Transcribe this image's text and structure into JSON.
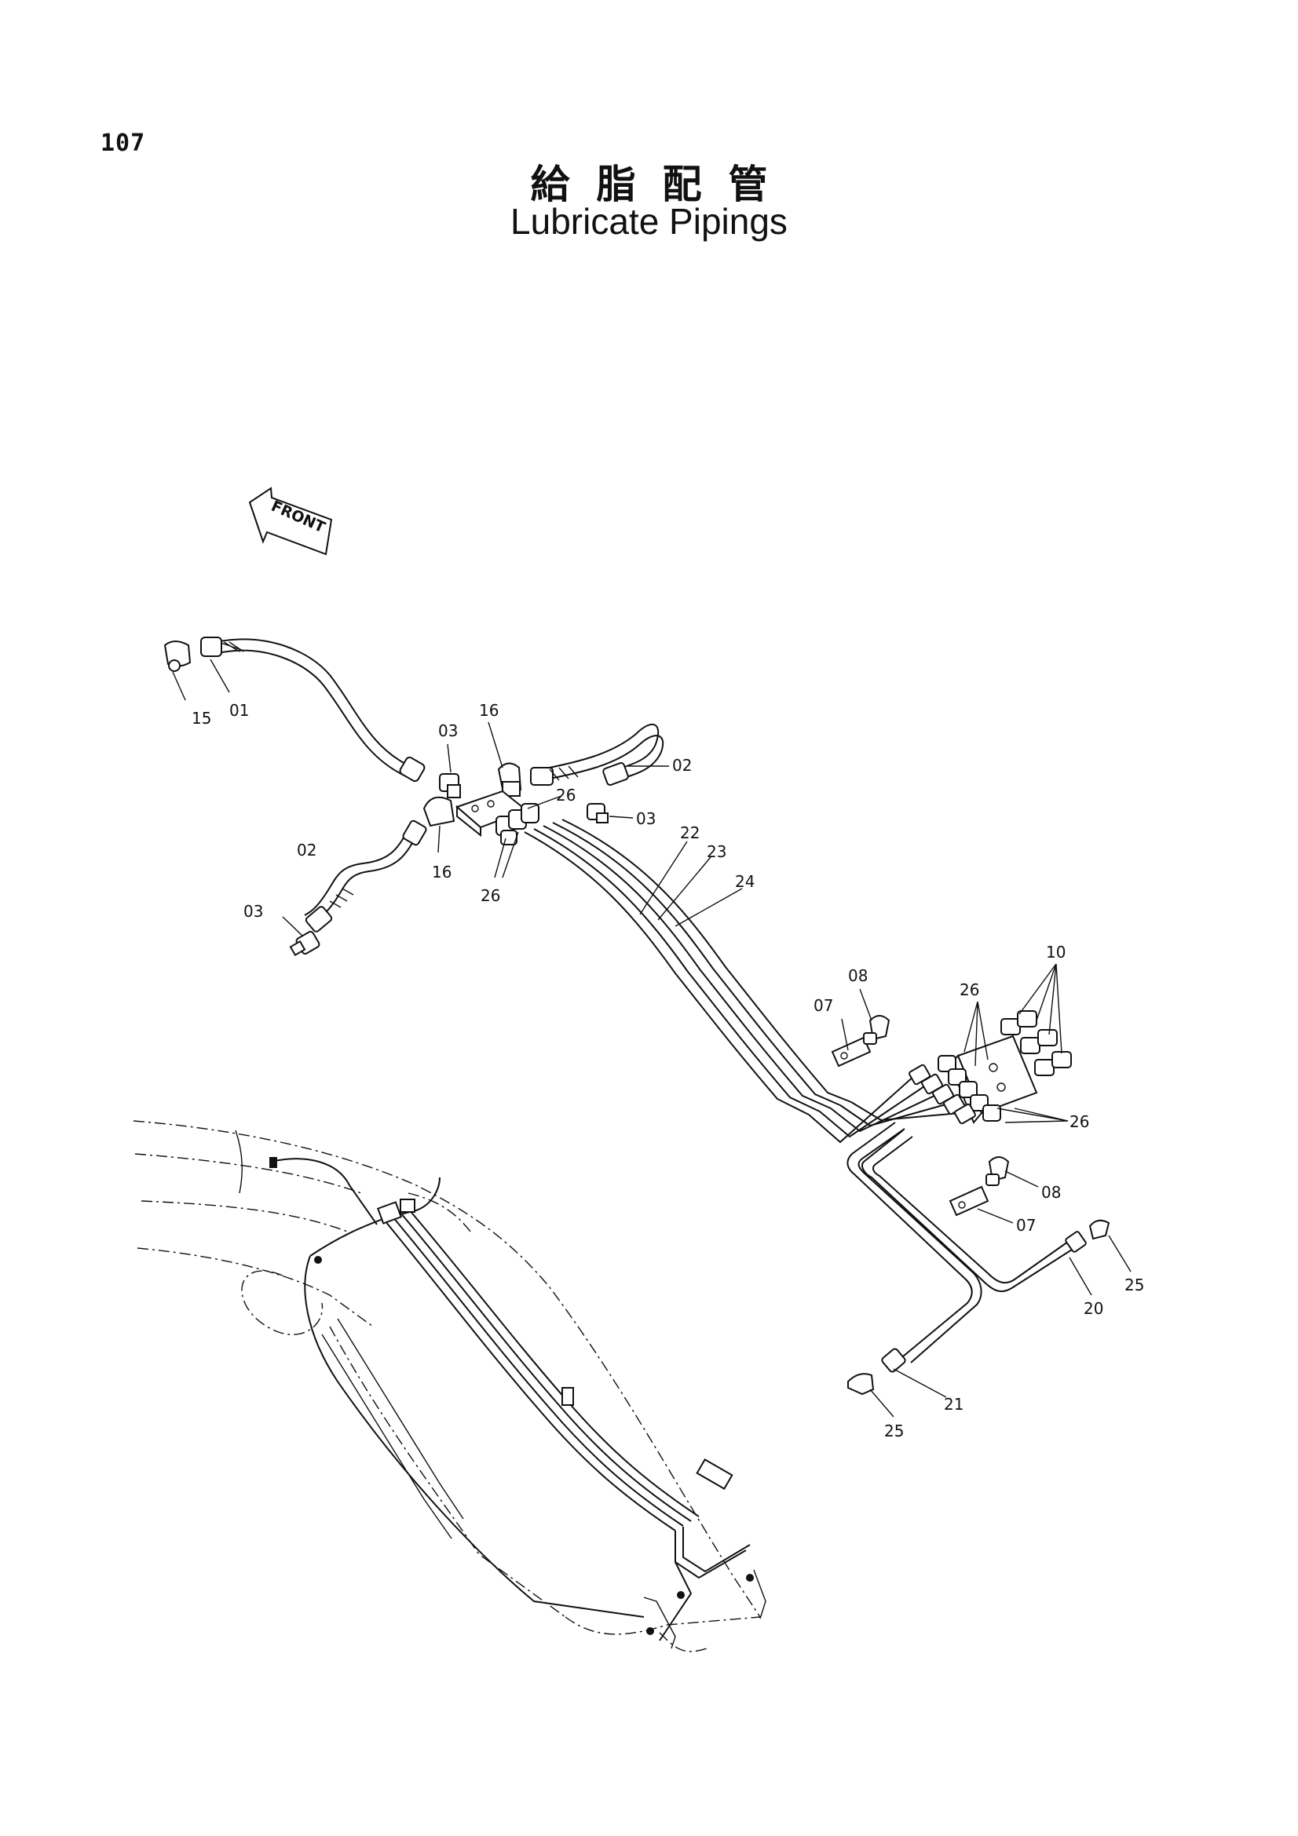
{
  "page_number": "107",
  "title_ja": "給脂配管",
  "title_en": "Lubricate Pipings",
  "front_label": "FRONT",
  "callouts": {
    "c15": "15",
    "c01": "01",
    "c03a": "03",
    "c16a": "16",
    "c02a": "02",
    "c26a": "26",
    "c03b": "03",
    "c16b": "16",
    "c02b": "02",
    "c03c": "03",
    "c26b": "26",
    "c22": "22",
    "c23": "23",
    "c24": "24",
    "c08a": "08",
    "c07a": "07",
    "c10": "10",
    "c26c": "26",
    "c26d": "26",
    "c08b": "08",
    "c07b": "07",
    "c25a": "25",
    "c20": "20",
    "c21": "21",
    "c25b": "25"
  }
}
